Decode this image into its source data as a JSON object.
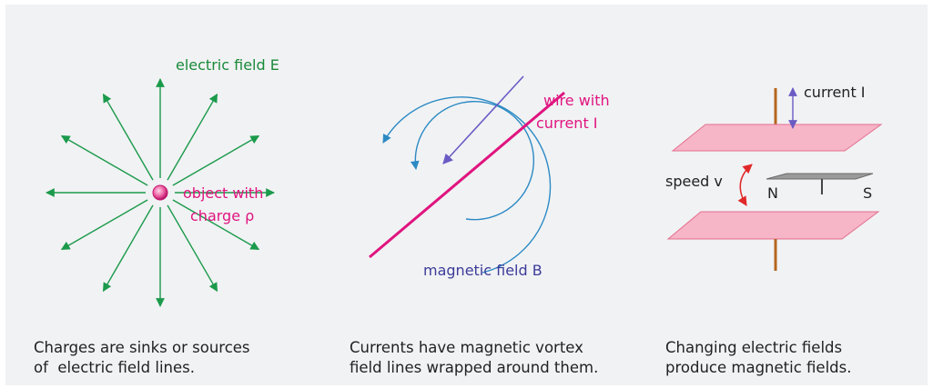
{
  "colors": {
    "background": "#f1f2f4",
    "electric_green": "#1a9a4a",
    "label_green": "#1a8a3a",
    "magenta": "#e0147f",
    "field_blue": "#2b8ac4",
    "label_blue": "#3c3c9a",
    "arrow_purple": "#6a5bc4",
    "plate_pink": "#f7b5c8",
    "plate_edge": "#e2708e",
    "rod_brown": "#b5651d",
    "magnet_gray": "#8a8a8a",
    "speed_red": "#e02828"
  },
  "panel1": {
    "field_label": "electric field  E",
    "object_label_line1": "object with",
    "object_label_line2": "charge ρ",
    "caption_line1": "Charges are sinks or sources",
    "caption_line2": "of  electric field lines."
  },
  "panel2": {
    "wire_label_line1": "wire with",
    "wire_label_line2": "current I",
    "field_label": "magnetic field B",
    "caption_line1": "Currents have magnetic vortex",
    "caption_line2": "field lines wrapped around them."
  },
  "panel3": {
    "current_label": "current I",
    "speed_label": "speed v",
    "north_label": "N",
    "south_label": "S",
    "caption_line1": "Changing electric fields",
    "caption_line2": "produce magnetic fields."
  }
}
